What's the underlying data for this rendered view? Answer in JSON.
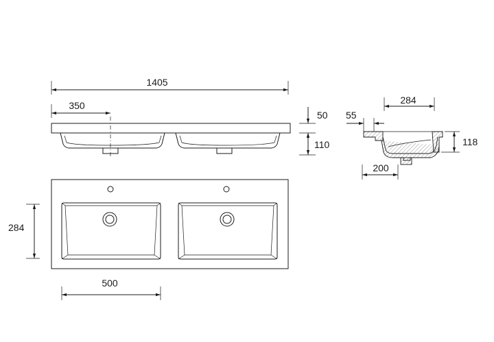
{
  "dimensions": {
    "total_width": "1405",
    "bowl_offset": "350",
    "top_thickness": "50",
    "bowl_depth": "110",
    "section_width": "284",
    "section_rim": "55",
    "section_height": "118",
    "section_base": "200",
    "plan_depth": "284",
    "bowl_width": "500"
  },
  "colors": {
    "stroke": "#1a1a1a",
    "hatch": "#7a7a7a"
  }
}
